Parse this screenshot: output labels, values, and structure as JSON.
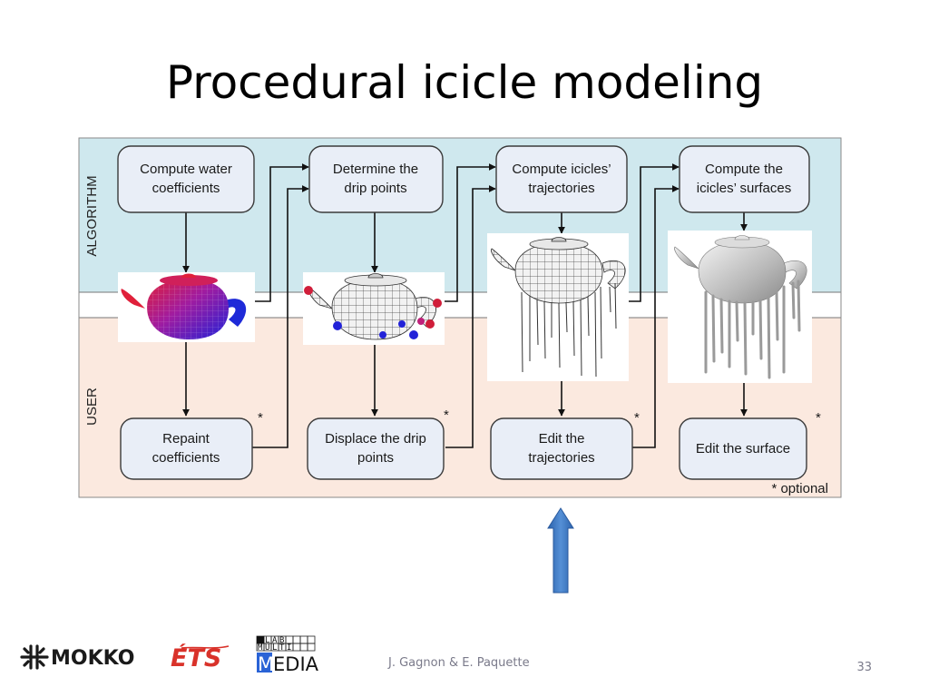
{
  "title": "Procedural icicle modeling",
  "lanes": {
    "algorithm": "ALGORITHM",
    "user": "USER"
  },
  "algorithm_steps": [
    {
      "line1": "Compute water",
      "line2": "coefficients"
    },
    {
      "line1": "Determine the",
      "line2": "drip points"
    },
    {
      "line1": "Compute icicles’",
      "line2": "trajectories"
    },
    {
      "line1": "Compute the",
      "line2": "icicles’ surfaces"
    }
  ],
  "user_steps": [
    {
      "line1": "Repaint",
      "line2": "coefficients"
    },
    {
      "line1": "Displace the drip",
      "line2": "points"
    },
    {
      "line1": "Edit the",
      "line2": "trajectories"
    },
    {
      "line1": "Edit the surface",
      "line2": ""
    }
  ],
  "optional_marker": "*",
  "optional_note": "* optional",
  "footer": {
    "authors": "J. Gagnon & E. Paquette",
    "page_number": "33"
  },
  "logos": {
    "mokko": "MOKKO",
    "ets": "ÉTS",
    "lab_cells": [
      "L",
      "A",
      "B",
      "M",
      "U",
      "L",
      "T",
      "I"
    ],
    "media_initial": "M",
    "media_rest": "EDIA"
  },
  "colors": {
    "algorithm_band": "#cfe8ee",
    "user_band": "#fbe9df",
    "box_fill": "#e9eef7",
    "box_stroke": "#3a3a3a",
    "teapot_red": "#e0203a",
    "teapot_blue": "#2222d8",
    "arrow_blue": "#3a78c4"
  }
}
